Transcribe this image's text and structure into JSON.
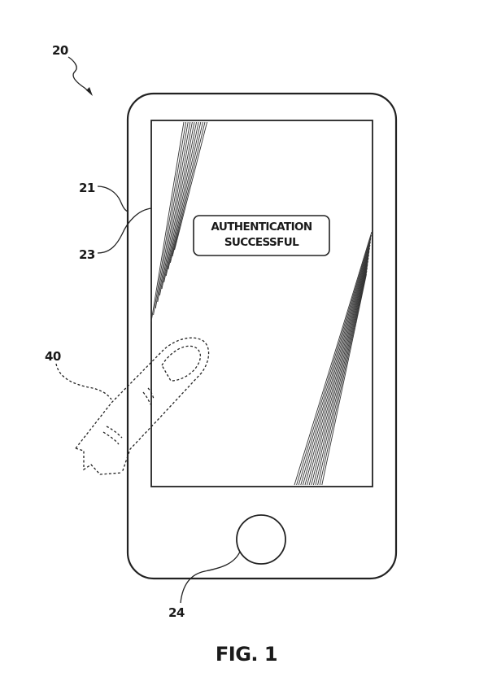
{
  "screen": {
    "message_line1": "AUTHENTICATION",
    "message_line2": "SUCCESSFUL"
  },
  "reference_numerals": {
    "device": "20",
    "housing": "21",
    "display": "23",
    "home_button": "24",
    "finger": "40"
  },
  "caption": "FIG. 1"
}
